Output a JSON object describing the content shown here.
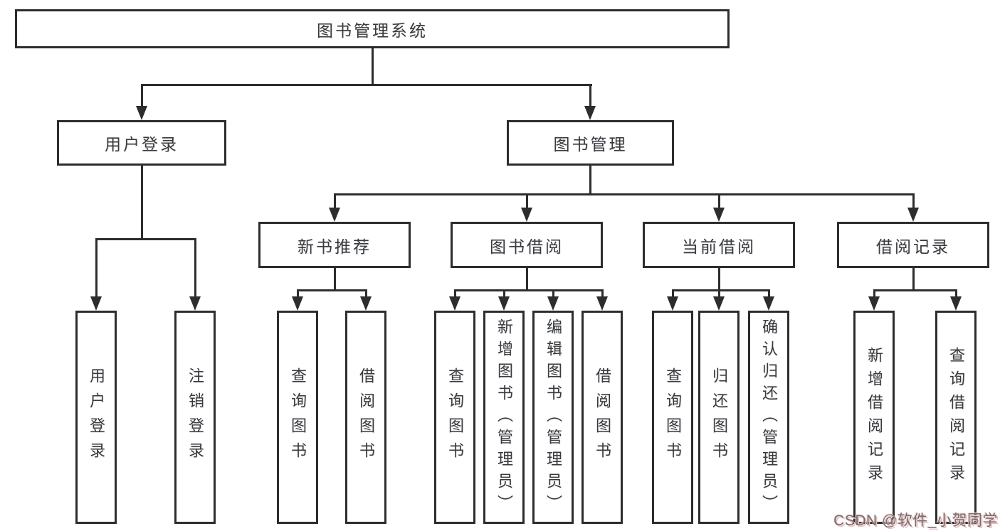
{
  "diagram": {
    "root": {
      "label": "图书管理系统"
    },
    "level2": [
      {
        "label": "用户登录"
      },
      {
        "label": "图书管理"
      }
    ],
    "level3": [
      {
        "label": "新书推荐"
      },
      {
        "label": "图书借阅"
      },
      {
        "label": "当前借阅"
      },
      {
        "label": "借阅记录"
      }
    ],
    "leaves": {
      "user_login": [
        "用户登录",
        "注销登录"
      ],
      "new_book": [
        "查询图书",
        "借阅图书"
      ],
      "book_borrow": [
        "查询图书",
        "新增图书（管理员）",
        "编辑图书（管理员）",
        "借阅图书"
      ],
      "current_borrow": [
        "查询图书",
        "归还图书",
        "确认归还（管理员）"
      ],
      "borrow_record": [
        "新增借阅记录",
        "查询借阅记录"
      ]
    }
  },
  "watermark": {
    "text": "CSDN @软件_小贺同学"
  },
  "colors": {
    "line": "#2d2d2d",
    "box_background": "#ffffff",
    "text": "#3a3a3a",
    "watermark_text": "#6f6f6f",
    "watermark_shadow": "#efb9b9"
  }
}
